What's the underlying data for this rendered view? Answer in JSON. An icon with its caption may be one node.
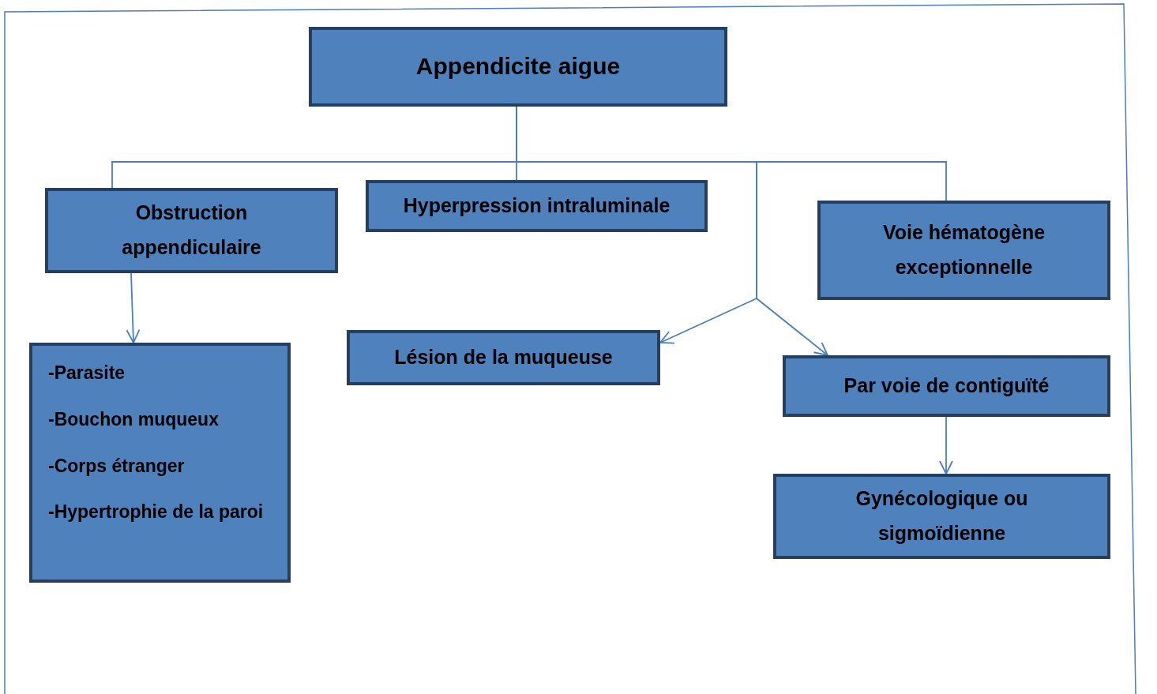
{
  "diagram": {
    "nodes": [
      {
        "text": [
          "Appendicite aigue"
        ]
      },
      {
        "text": [
          "Obstruction appendiculaire"
        ]
      },
      {
        "text": [
          "Hyperpression intraluminale"
        ]
      },
      {
        "text": [
          "Voie hématogène exceptionnelle"
        ]
      },
      {
        "text": [
          "-Parasite",
          "-Bouchon muqueux",
          "-Corps étranger",
          "-Hypertrophie de la paroi"
        ]
      },
      {
        "text": [
          "Lésion de la muqueuse"
        ]
      },
      {
        "text": [
          "Par voie de contiguïté"
        ]
      },
      {
        "text": [
          "Gynécologique ou sigmoïdienne"
        ]
      }
    ],
    "edges": [
      {
        "from": 0,
        "to": 1,
        "arrow": "none"
      },
      {
        "from": 0,
        "to": 2,
        "arrow": "none"
      },
      {
        "from": 0,
        "to": 3,
        "arrow": "none"
      },
      {
        "from": 0,
        "to": 5,
        "arrow": "to"
      },
      {
        "from": 0,
        "to": 6,
        "arrow": "to"
      },
      {
        "from": 1,
        "to": 4,
        "arrow": "to"
      },
      {
        "from": 6,
        "to": 7,
        "arrow": "to"
      }
    ]
  }
}
